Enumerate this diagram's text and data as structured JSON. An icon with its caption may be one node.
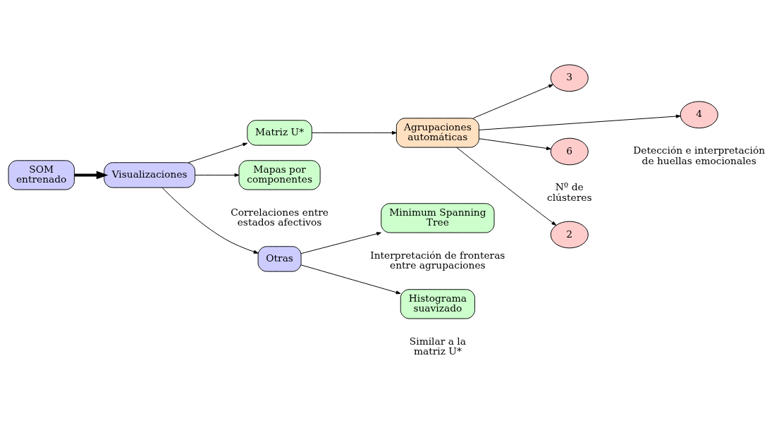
{
  "diagram": {
    "nodes": [
      {
        "text": [
          "SOM entrenado"
        ]
      },
      {
        "text": [
          "Visualizaciones"
        ]
      },
      {
        "text": [
          "Matriz U*"
        ]
      },
      {
        "text": [
          "Mapas por componentes"
        ],
        "beside": [
          "Correlaciones entre estados afectivos"
        ]
      },
      {
        "text": [
          "Otras"
        ]
      },
      {
        "text": [
          "Agrupaciones automáticas"
        ]
      },
      {
        "text": [
          "2"
        ]
      },
      {
        "text": [
          "3"
        ]
      },
      {
        "text": [
          "4"
        ]
      },
      {
        "text": [
          "6"
        ]
      },
      {
        "text": [
          "Minimum Spanning Tree"
        ],
        "beside": [
          "Interpretación de fronteras entre agrupaciones"
        ]
      },
      {
        "text": [
          "Histograma suavizado"
        ],
        "beside": [
          "Similar a la matriz U*"
        ]
      }
    ],
    "edges": [
      {
        "from": 0,
        "to": 1,
        "arrow": "to",
        "style": "thick"
      },
      {
        "from": 1,
        "to": 2,
        "arrow": "to"
      },
      {
        "from": 1,
        "to": 3,
        "arrow": "to"
      },
      {
        "from": 1,
        "to": 4,
        "arrow": "to"
      },
      {
        "from": 2,
        "to": 5,
        "arrow": "to"
      },
      {
        "from": 5,
        "to": 6,
        "arrow": "to"
      },
      {
        "from": 5,
        "to": 7,
        "arrow": "to"
      },
      {
        "from": 5,
        "to": 8,
        "arrow": "to"
      },
      {
        "from": 5,
        "to": 9,
        "arrow": "to"
      },
      {
        "from": 4,
        "to": 10,
        "arrow": "to"
      },
      {
        "from": 4,
        "to": 11,
        "arrow": "to"
      }
    ],
    "labels": [
      "Nº de clústeres",
      "Detección e interpretación de huellas emocionales"
    ]
  }
}
